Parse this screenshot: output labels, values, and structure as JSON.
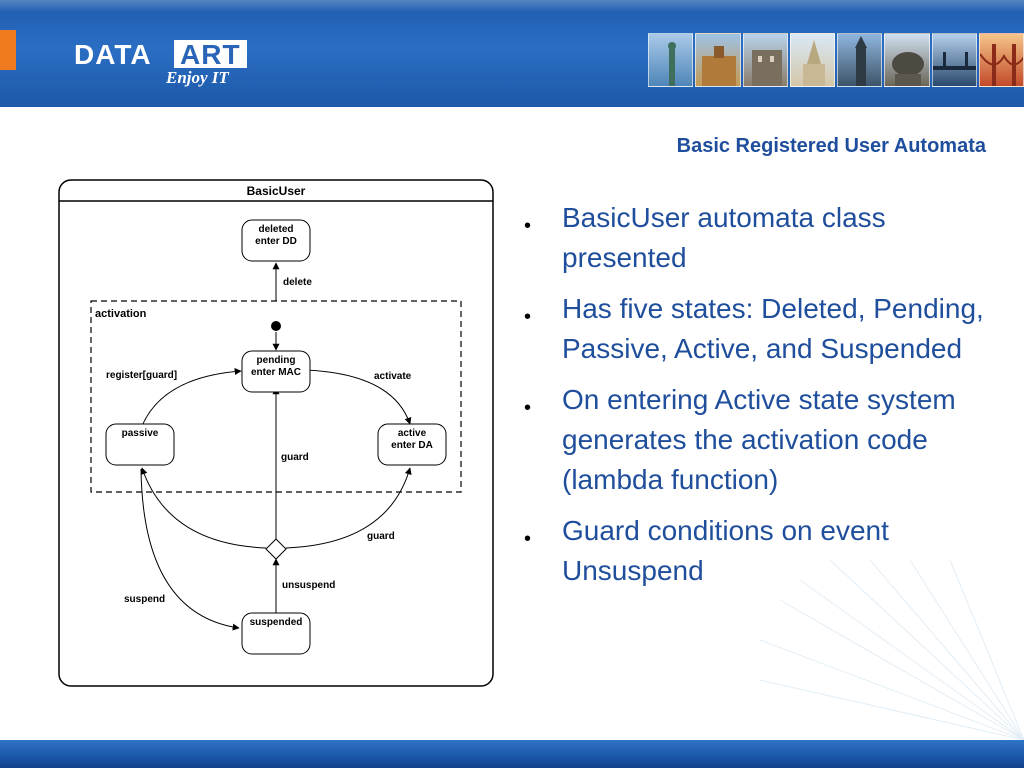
{
  "header": {
    "logo_data": "DATA",
    "logo_art": "ART",
    "logo_tagline": "Enjoy IT",
    "accent_color": "#f07a1e",
    "banner_color": "#2a6ec4"
  },
  "slide": {
    "title": "Basic Registered User Automata",
    "title_color": "#1f4e9c"
  },
  "diagram": {
    "class_name": "BasicUser",
    "activation_region_label": "activation",
    "states": {
      "deleted_line1": "deleted",
      "deleted_line2": "enter DD",
      "pending_line1": "pending",
      "pending_line2": "enter MAC",
      "passive": "passive",
      "active_line1": "active",
      "active_line2": "enter DA",
      "suspended": "suspended"
    },
    "transitions": {
      "delete": "delete",
      "register": "register[guard]",
      "activate": "activate",
      "guard_center": "guard",
      "guard_right": "guard",
      "suspend": "suspend",
      "unsuspend": "unsuspend"
    }
  },
  "bullets": [
    {
      "marker": "•",
      "text": "BasicUser automata class presented"
    },
    {
      "marker": "•",
      "text": "Has five states: Deleted, Pending, Passive, Active, and Suspended"
    },
    {
      "marker": "•",
      "text": "On entering Active state system generates the activation code (lambda function)"
    },
    {
      "marker": "•",
      "text": "Guard conditions on event Unsuspend"
    }
  ]
}
